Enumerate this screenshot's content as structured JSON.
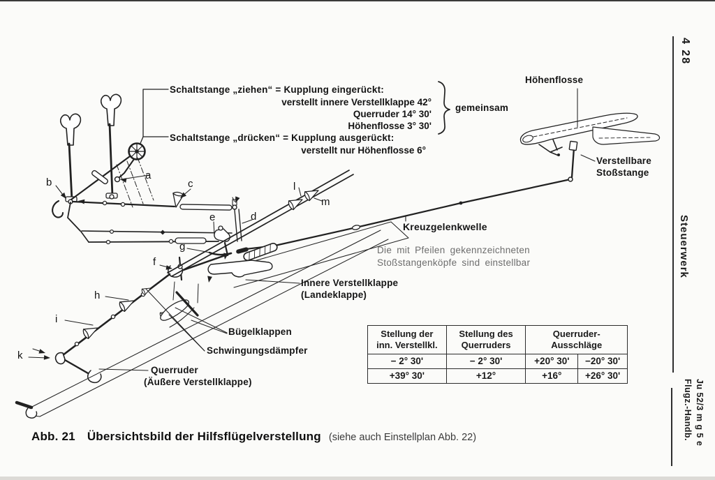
{
  "sidebar": {
    "page_label": "4 28",
    "section": "Steuerwerk",
    "manual": [
      "Ju 52/3 m g 5 e",
      "Flugz.-Handb."
    ]
  },
  "legend": {
    "l1": "Schaltstange „ziehen“ = Kupplung eingerückt:",
    "l2": "verstellt innere Verstellklappe 42°",
    "l3": "Querruder 14° 30'",
    "l4": "Höhenflosse  3° 30'",
    "brace": "gemeinsam",
    "l5": "Schaltstange „drücken“ = Kupplung ausgerückt:",
    "l6": "verstellt nur Höhenflosse  6°"
  },
  "labels": {
    "hoehenflosse": "Höhenflosse",
    "verstellbare_1": "Verstellbare",
    "verstellbare_2": "Stoßstange",
    "kreuzgelenkwelle": "Kreuzgelenkwelle",
    "note1": "Die mit Pfeilen gekennzeichneten",
    "note2": "Stoßstangenköpfe sind einstellbar",
    "innere_1": "Innere Verstellklappe",
    "innere_2": "(Landeklappe)",
    "buegelklappen": "Bügelklappen",
    "schwingungsdaempfer": "Schwingungsdämpfer",
    "querruder_1": "Querruder",
    "querruder_2": "(Äußere Verstellklappe)"
  },
  "part_letters": [
    "a",
    "b",
    "c",
    "d",
    "e",
    "f",
    "g",
    "h",
    "i",
    "k",
    "l",
    "m"
  ],
  "table": {
    "col1": [
      "Stellung der",
      "inn. Verstellkl."
    ],
    "col2": [
      "Stellung des",
      "Querruders"
    ],
    "col3": [
      "Querruder-",
      "Ausschläge"
    ],
    "r1": [
      "− 2° 30'",
      "− 2° 30'",
      "+20° 30'",
      "−20° 30'"
    ],
    "r2": [
      "+39° 30'",
      "+12°",
      "+16°",
      "+26° 30'"
    ]
  },
  "caption": {
    "fig": "Abb. 21",
    "title": "Übersichtsbild der Hilfsflügelverstellung",
    "suffix": "(siehe auch Einstellplan Abb. 22)"
  }
}
